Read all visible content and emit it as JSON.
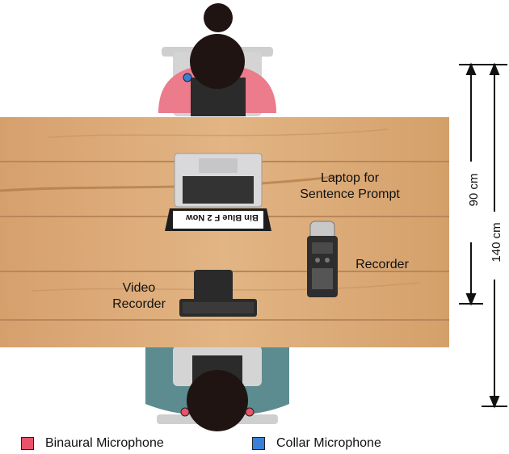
{
  "labels": {
    "laptop": "Laptop for\nSentence Prompt",
    "recorder": "Recorder",
    "video_recorder": "Video\nRecorder",
    "laptop_screen_text": "Bin Blue F 2 Now",
    "dim_table_depth": "90 cm",
    "dim_total_depth": "140 cm"
  },
  "legend": [
    {
      "label": "Binaural Microphone",
      "color": "#e8536a"
    },
    {
      "label": "Collar Microphone",
      "color": "#3a7fd8"
    }
  ],
  "colors": {
    "table_wood": "#d9a877",
    "top_person_shirt": "#ec7b8c",
    "bottom_person_shirt": "#5c8c90",
    "hair": "#1f1412",
    "chair": "#c8c8c8"
  }
}
